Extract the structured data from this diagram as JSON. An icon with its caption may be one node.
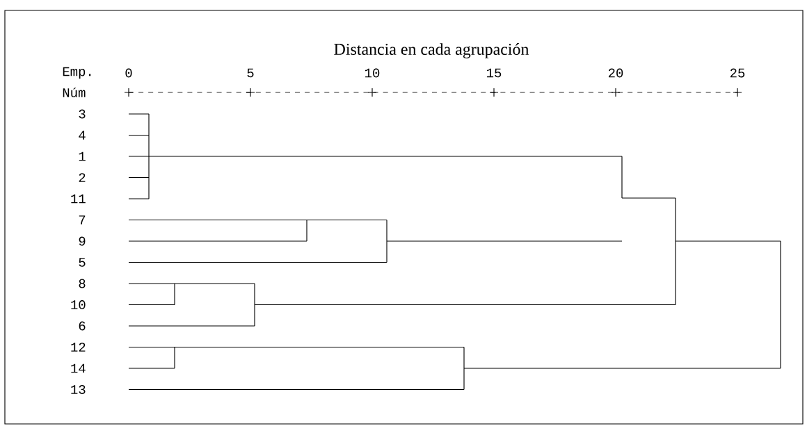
{
  "diagram": {
    "title": "Distancia en cada agrupación",
    "labels": [
      "Emp.",
      "Núm",
      "0",
      "5",
      "10",
      "15",
      "20",
      "25",
      "3",
      "4",
      "1",
      "2",
      "11",
      "7",
      "9",
      "5",
      "8",
      "10",
      "6",
      "12",
      "14",
      "13"
    ]
  }
}
